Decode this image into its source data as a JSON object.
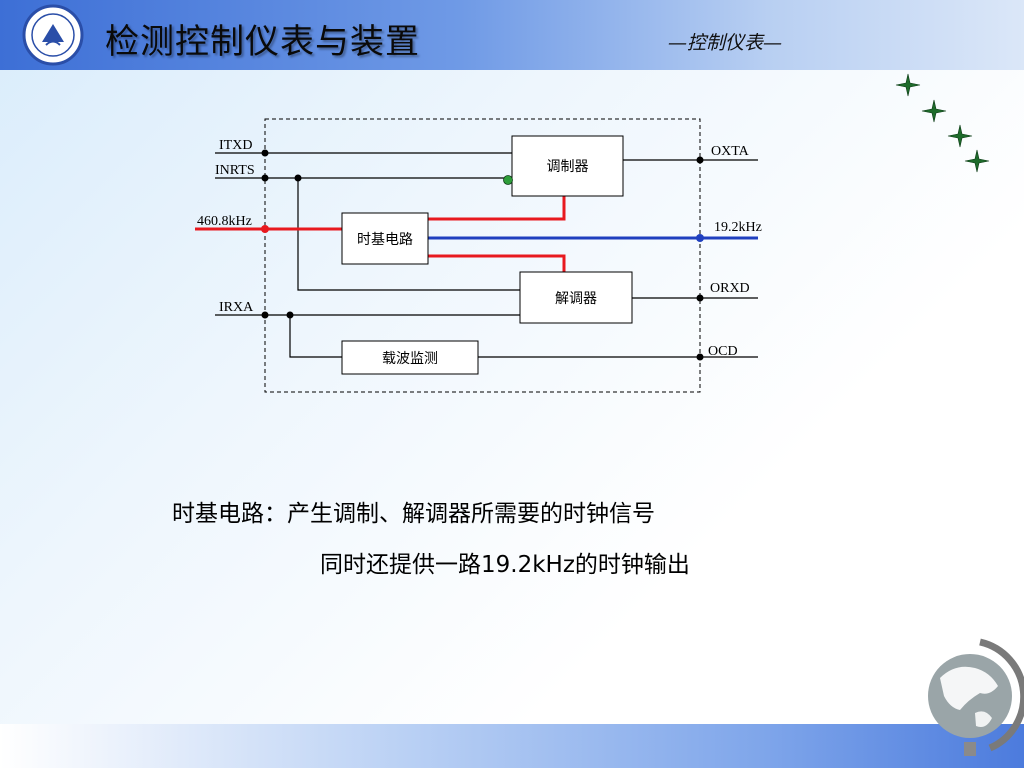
{
  "header": {
    "title": "检测控制仪表与装置",
    "subtitle": "—控制仪表—"
  },
  "diagram": {
    "blocks": {
      "modulator": "调制器",
      "timebase": "时基电路",
      "demodulator": "解调器",
      "carrier_detect": "载波监测"
    },
    "signals": {
      "itxd": "ITXD",
      "inrts": "INRTS",
      "input_clock": "460.8kHz",
      "irxa": "IRXA",
      "oxta": "OXTA",
      "output_clock": "19.2kHz",
      "orxd": "ORXD",
      "ocd": "OCD"
    },
    "colors": {
      "clock_line": "#e8191f",
      "output_clock_line": "#1f3fbf",
      "enable_dot": "#2e9e3a"
    }
  },
  "description": {
    "line1": "时基电路：产生调制、解调器所需要的时钟信号",
    "line2": "同时还提供一路19.2kHz的时钟输出"
  }
}
